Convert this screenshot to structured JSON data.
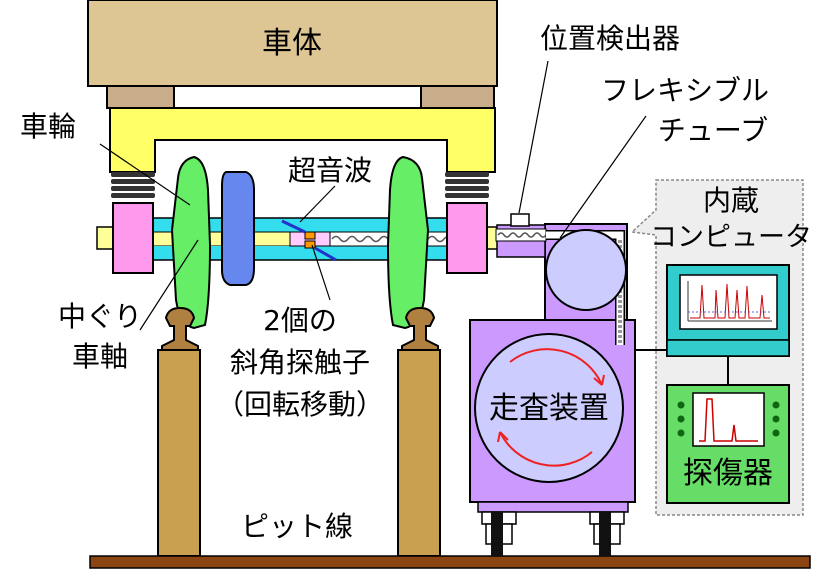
{
  "labels": {
    "car_body": "車体",
    "wheel": "車輪",
    "ultrasonic": "超音波",
    "hollow_axle_1": "中ぐり",
    "hollow_axle_2": "車軸",
    "probes_1": "2個の",
    "probes_2": "斜角探触子",
    "probes_3": "（回転移動）",
    "pit_line": "ピット線",
    "position_detector": "位置検出器",
    "flexible_tube_1": "フレキシブル",
    "flexible_tube_2": "チューブ",
    "computer_1": "内蔵",
    "computer_2": "コンピュータ",
    "scanner": "走査装置",
    "flaw_detector": "探傷器"
  },
  "colors": {
    "car_body": "#ddc693",
    "car_pad": "#c9ad8a",
    "bogie_frame": "#ffff66",
    "wheel": "#66ee66",
    "brake_disc": "#6688ee",
    "axle_body": "#33ddee",
    "axle_journal": "#ffff99",
    "axle_box": "#ff99ee",
    "rail": "#b08040",
    "ground": "#8b4513",
    "scanner_case": "#cc99ff",
    "scanner_disc": "#ccccff",
    "rotation_arrow": "#ee2222",
    "computer": "#33cccc",
    "flaw_detector": "#66dd66",
    "callout": "#eeeeee",
    "ultrasonic_beam": "#2233cc",
    "probe": "#ff9900"
  }
}
